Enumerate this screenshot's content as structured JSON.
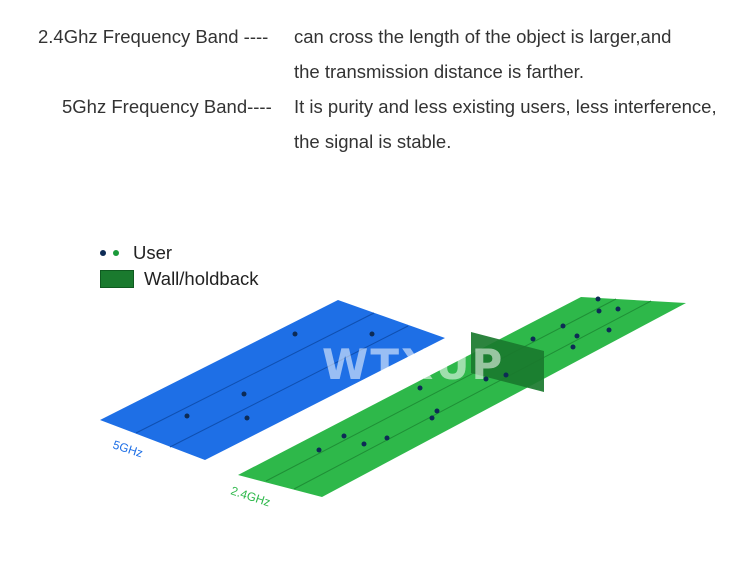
{
  "description": {
    "band24_label": "2.4Ghz Frequency Band ----",
    "band24_line1": "can cross the length of the object is larger,and",
    "band24_line2": "the transmission distance is  farther.",
    "band5_label": "5Ghz Frequency Band----",
    "band5_line1": "It is purity and less existing users, less interference,",
    "band5_line2": "the signal is stable."
  },
  "legend": {
    "user_label": "User",
    "wall_label": "Wall/holdback"
  },
  "diagram": {
    "band5_label": "5GHz",
    "band24_label": "2.4GHz",
    "watermark": "WTXUP"
  },
  "colors": {
    "band5_fill": "#1e6fe6",
    "band24_fill": "#2eb84a",
    "wall_fill": "#1a7a2e",
    "user_dot": "#0d2b55",
    "user_dot_green": "#1a9a3a",
    "band5_text": "#1e6fe6",
    "band24_text": "#2eb84a"
  }
}
